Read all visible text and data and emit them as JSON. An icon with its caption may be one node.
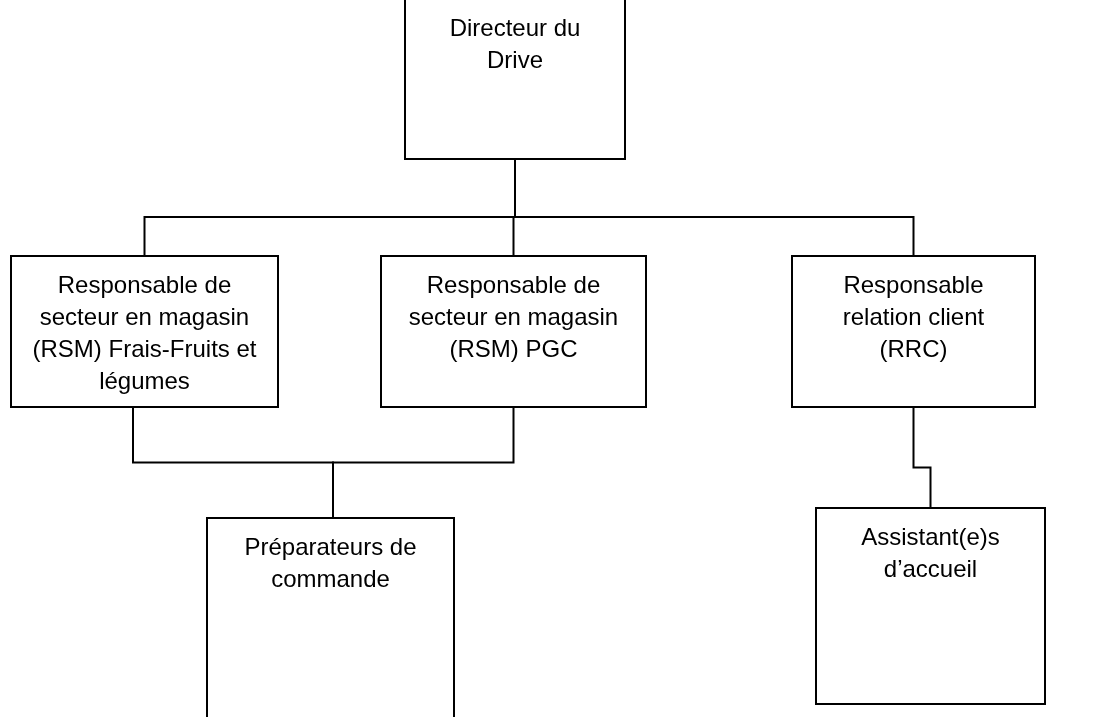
{
  "diagram": {
    "nodes": [
      {
        "text": [
          "Directeur du Drive"
        ]
      },
      {
        "text": [
          "Responsable de secteur en magasin (RSM) Frais-Fruits et légumes"
        ]
      },
      {
        "text": [
          "Responsable de secteur en magasin (RSM) PGC"
        ]
      },
      {
        "text": [
          "Responsable relation client (RRC)"
        ]
      },
      {
        "text": [
          "Préparateurs de commande"
        ]
      },
      {
        "text": [
          "Assistant(e)s d’accueil"
        ]
      }
    ],
    "edges": [
      {
        "from": 0,
        "to": 1,
        "arrow": "none"
      },
      {
        "from": 0,
        "to": 2,
        "arrow": "none"
      },
      {
        "from": 0,
        "to": 3,
        "arrow": "none"
      },
      {
        "from": 1,
        "to": 4,
        "arrow": "none"
      },
      {
        "from": 2,
        "to": 4,
        "arrow": "none"
      },
      {
        "from": 3,
        "to": 5,
        "arrow": "none"
      }
    ]
  }
}
